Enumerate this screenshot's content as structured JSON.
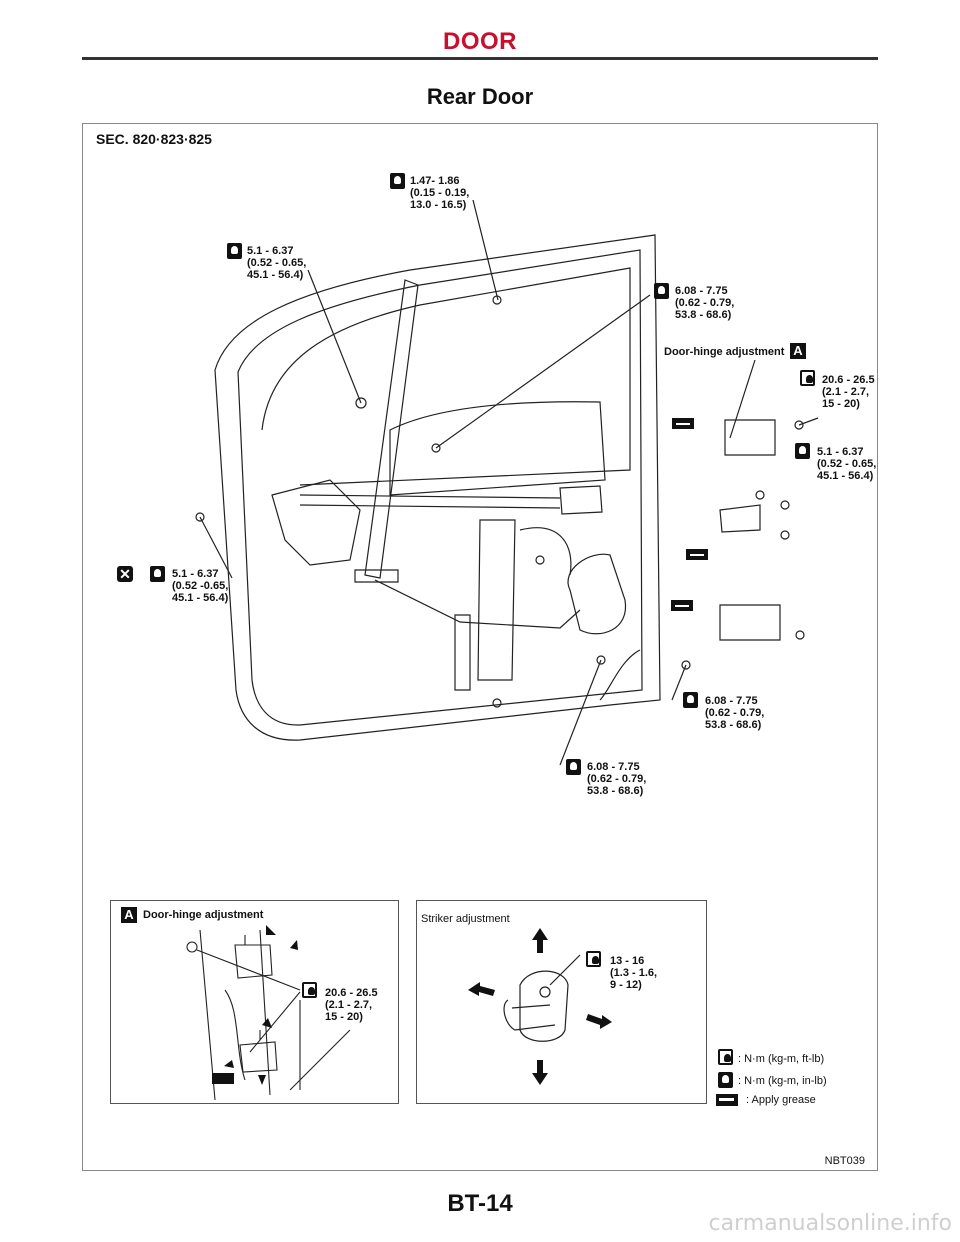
{
  "header": {
    "section": "DOOR"
  },
  "page_title": "Rear Door",
  "figure": {
    "section_label": "SEC. 820·823·825",
    "figure_id": "NBT039",
    "callouts": {
      "window_bolt": "1.47- 1.86\n(0.15 - 0.19,\n13.0 - 16.5)",
      "regulator_upper": "5.1 - 6.37\n(0.52 - 0.65,\n45.1 - 56.4)",
      "glass_bolt": "6.08 - 7.75\n(0.62 - 0.79,\n53.8 - 68.6)",
      "hinge_adj_label": "Door-hinge adjustment",
      "hinge_upper_nut": "20.6 - 26.5\n(2.1 - 2.7,\n15 - 20)",
      "hinge_check": "5.1 - 6.37\n(0.52 - 0.65,\n45.1 - 56.4)",
      "lock_screw": "5.1 - 6.37\n(0.52 -0.65,\n45.1 - 56.4)",
      "regulator_right": "6.08 - 7.75\n(0.62 - 0.79,\n53.8 - 68.6)",
      "regulator_bottom": "6.08 - 7.75\n(0.62 - 0.79,\n53.8 - 68.6)"
    },
    "inset_hinge": {
      "title": "Door-hinge adjustment",
      "badge": "A",
      "torque": "20.6 - 26.5\n(2.1 - 2.7,\n15 - 20)"
    },
    "inset_striker": {
      "title": "Striker adjustment",
      "torque": "13 - 16\n(1.3 - 1.6,\n9 - 12)"
    },
    "legend": [
      {
        "icon": "torque-ftlb-icon",
        "text": ": N·m (kg-m, ft-lb)"
      },
      {
        "icon": "torque-inlb-icon",
        "text": ": N·m (kg-m, in-lb)"
      },
      {
        "icon": "grease-icon",
        "text": ": Apply grease"
      }
    ]
  },
  "footer": {
    "page_number": "BT-14"
  },
  "watermark": "carmanualsonline.info"
}
